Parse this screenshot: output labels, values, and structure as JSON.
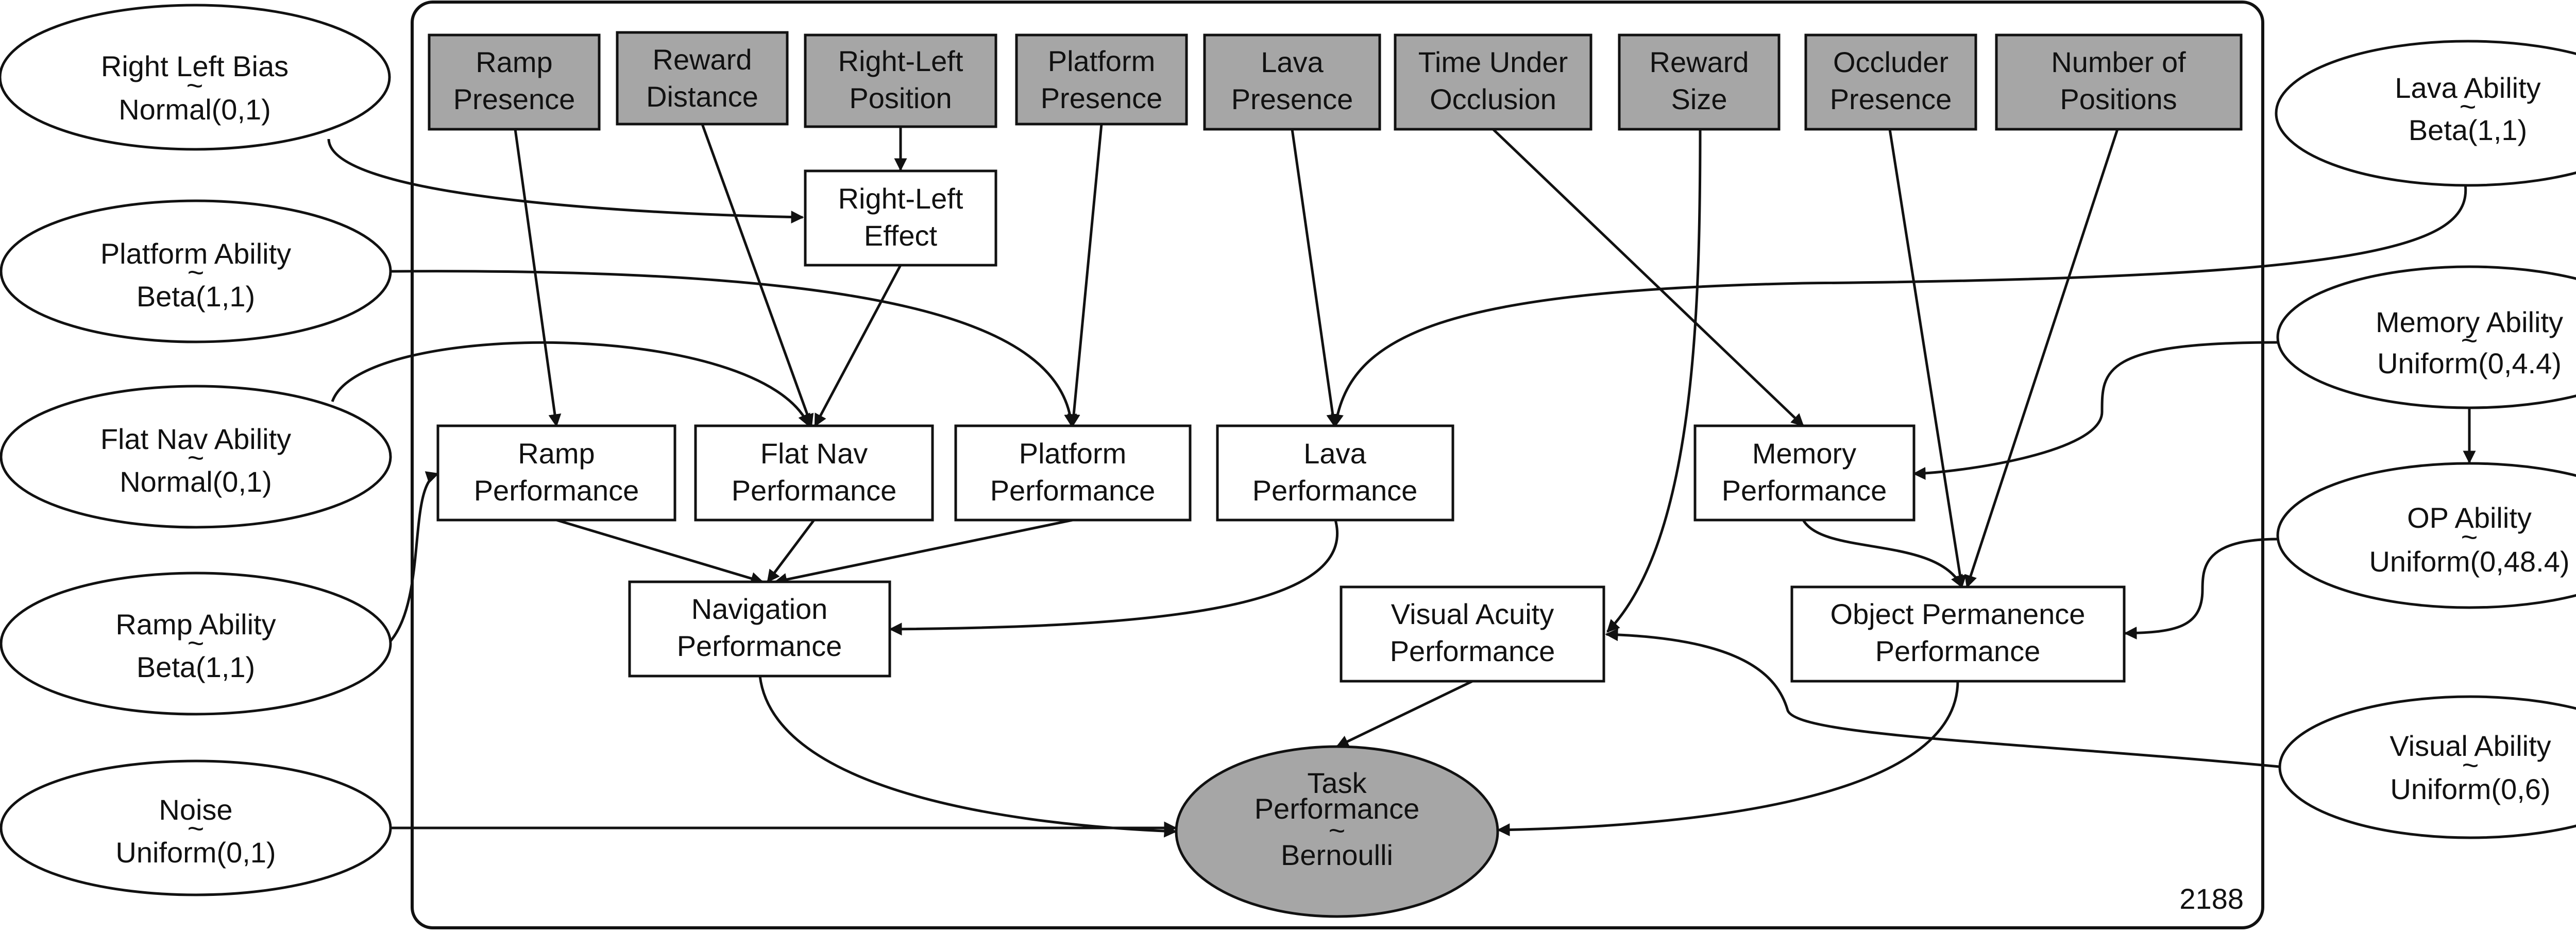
{
  "plate_count": "2188",
  "observed_nodes": {
    "ramp_presence": [
      "Ramp",
      "Presence"
    ],
    "reward_distance": [
      "Reward",
      "Distance"
    ],
    "right_left_position": [
      "Right-Left",
      "Position"
    ],
    "platform_presence": [
      "Platform",
      "Presence"
    ],
    "lava_presence": [
      "Lava",
      "Presence"
    ],
    "time_under_occlusion": [
      "Time Under",
      "Occlusion"
    ],
    "reward_size": [
      "Reward",
      "Size"
    ],
    "occluder_presence": [
      "Occluder",
      "Presence"
    ],
    "number_of_positions": [
      "Number of",
      "Positions"
    ]
  },
  "intermediate_nodes": {
    "right_left_effect": [
      "Right-Left",
      "Effect"
    ],
    "ramp_performance": [
      "Ramp",
      "Performance"
    ],
    "flat_nav_performance": [
      "Flat Nav",
      "Performance"
    ],
    "platform_performance": [
      "Platform",
      "Performance"
    ],
    "lava_performance": [
      "Lava",
      "Performance"
    ],
    "memory_performance": [
      "Memory",
      "Performance"
    ],
    "navigation_performance": [
      "Navigation",
      "Performance"
    ],
    "visual_acuity_performance": [
      "Visual Acuity",
      "Performance"
    ],
    "object_permanence_performance": [
      "Object Permanence",
      "Performance"
    ]
  },
  "outcome_node": {
    "lines": [
      "Task",
      "Performance",
      "~",
      "Bernoulli"
    ]
  },
  "left_params": {
    "right_left_bias": [
      "Right Left Bias",
      "~",
      "Normal(0,1)"
    ],
    "platform_ability": [
      "Platform Ability",
      "~",
      "Beta(1,1)"
    ],
    "flat_nav_ability": [
      "Flat Nav Ability",
      "~",
      "Normal(0,1)"
    ],
    "ramp_ability": [
      "Ramp Ability",
      "~",
      "Beta(1,1)"
    ],
    "noise": [
      "Noise",
      "~",
      "Uniform(0,1)"
    ]
  },
  "right_params": {
    "lava_ability": [
      "Lava Ability",
      "~",
      "Beta(1,1)"
    ],
    "memory_ability": [
      "Memory Ability",
      "~",
      "Uniform(0,4.4)"
    ],
    "op_ability": [
      "OP Ability",
      "~",
      "Uniform(0,48.4)"
    ],
    "visual_ability": [
      "Visual Ability",
      "~",
      "Uniform(0,6)"
    ]
  },
  "colors": {
    "observed_fill": "#a6a6a6",
    "stroke": "#111111",
    "background": "#ffffff"
  }
}
